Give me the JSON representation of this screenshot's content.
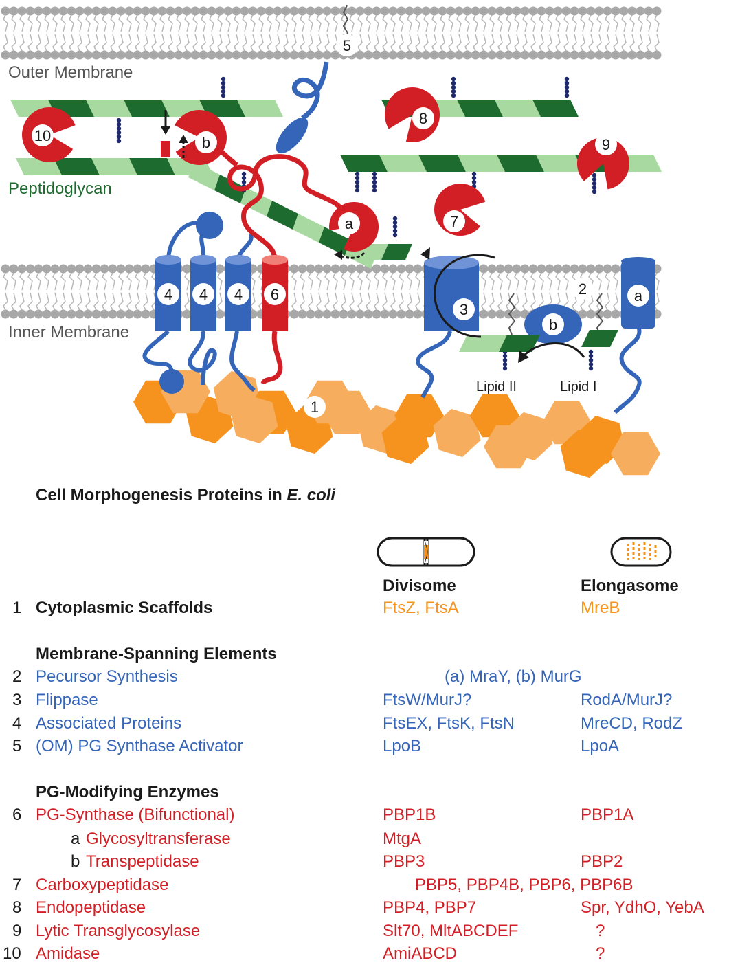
{
  "diagram": {
    "outer_membrane_label": "Outer Membrane",
    "peptidoglycan_label": "Peptidoglycan",
    "inner_membrane_label": "Inner Membrane",
    "lipid2_label": "Lipid II",
    "lipid1_label": "Lipid I",
    "markers": {
      "m1": "1",
      "m2": "2",
      "m3": "3",
      "m4a": "4",
      "m4b": "4",
      "m4c": "4",
      "m5": "5",
      "m6": "6",
      "m7": "7",
      "m8": "8",
      "m9": "9",
      "m10": "10",
      "ma_pg": "a",
      "mb_pg": "b",
      "ma_im": "a",
      "mb_im": "b"
    },
    "colors": {
      "blue": "#3465b8",
      "red": "#d21f26",
      "orange": "#f5931e",
      "light_orange": "#f7ad5e",
      "dark_green": "#1e6b30",
      "light_green": "#a8d9a0",
      "membrane_gray": "#a8a8a8"
    }
  },
  "table": {
    "title_prefix": "Cell Morphogenesis Proteins in ",
    "title_species": "E. coli",
    "col_divisome": "Divisome",
    "col_elongasome": "Elongasome",
    "sections": {
      "membrane": "Membrane-Spanning Elements",
      "pg": "PG-Modifying Enzymes"
    },
    "rows": [
      {
        "num": "1",
        "name": "Cytoplasmic Scaffolds",
        "divisome": "FtsZ, FtsA",
        "elongasome": "MreB"
      },
      {
        "num": "2",
        "name": "Pecursor Synthesis",
        "shared": "(a) MraY, (b) MurG"
      },
      {
        "num": "3",
        "name": "Flippase",
        "divisome": "FtsW/MurJ?",
        "elongasome": "RodA/MurJ?"
      },
      {
        "num": "4",
        "name": "Associated Proteins",
        "divisome": "FtsEX, FtsK, FtsN",
        "elongasome": "MreCD, RodZ"
      },
      {
        "num": "5",
        "name": "(OM) PG Synthase Activator",
        "divisome": "LpoB",
        "elongasome": "LpoA"
      },
      {
        "num": "6",
        "name": "PG-Synthase (Bifunctional)",
        "divisome": "PBP1B",
        "elongasome": "PBP1A"
      },
      {
        "num": "a",
        "name": "Glycosyltransferase",
        "divisome": "MtgA",
        "elongasome": ""
      },
      {
        "num": "b",
        "name": "Transpeptidase",
        "divisome": "PBP3",
        "elongasome": "PBP2"
      },
      {
        "num": "7",
        "name": "Carboxypeptidase",
        "shared": "PBP5, PBP4B, PBP6, PBP6B"
      },
      {
        "num": "8",
        "name": "Endopeptidase",
        "divisome": "PBP4, PBP7",
        "elongasome": "Spr, YdhO, YebA"
      },
      {
        "num": "9",
        "name": "Lytic Transglycosylase",
        "divisome": "Slt70, MltABCDEF",
        "elongasome": "?"
      },
      {
        "num": "10",
        "name": "Amidase",
        "divisome": "AmiABCD",
        "elongasome": "?"
      }
    ]
  }
}
